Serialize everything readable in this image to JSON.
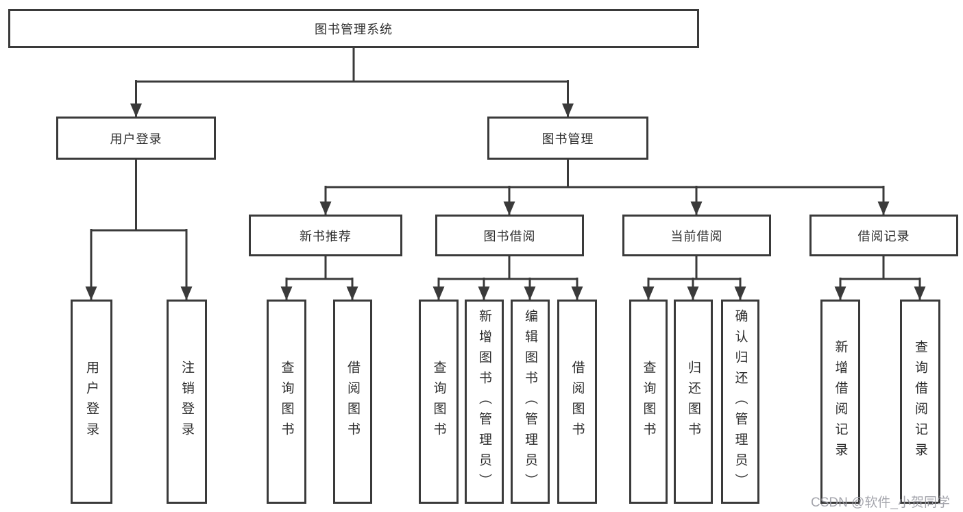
{
  "diagram": {
    "root": {
      "label": "图书管理系统"
    },
    "level2": {
      "user_login": {
        "label": "用户登录"
      },
      "book_mgmt": {
        "label": "图书管理"
      }
    },
    "level3": {
      "new_book": {
        "label": "新书推荐"
      },
      "borrow": {
        "label": "图书借阅"
      },
      "current": {
        "label": "当前借阅"
      },
      "records": {
        "label": "借阅记录"
      }
    },
    "children": {
      "user_login": [
        "用户登录",
        "注销登录"
      ],
      "new_book": [
        "查询图书",
        "借阅图书"
      ],
      "borrow": [
        "查询图书",
        "新增图书（管理员）",
        "编辑图书（管理员）",
        "借阅图书"
      ],
      "current": [
        "查询图书",
        "归还图书",
        "确认归还（管理员）"
      ],
      "records": [
        "新增借阅记录",
        "查询借阅记录"
      ]
    }
  },
  "watermark": {
    "text": "CSDN @软件_小贺同学"
  },
  "colors": {
    "line": "#3a3a3a",
    "box_border": "#3a3a3a",
    "text": "#2d2d2d",
    "watermark": "#9b9ca4",
    "background": "#ffffff"
  }
}
